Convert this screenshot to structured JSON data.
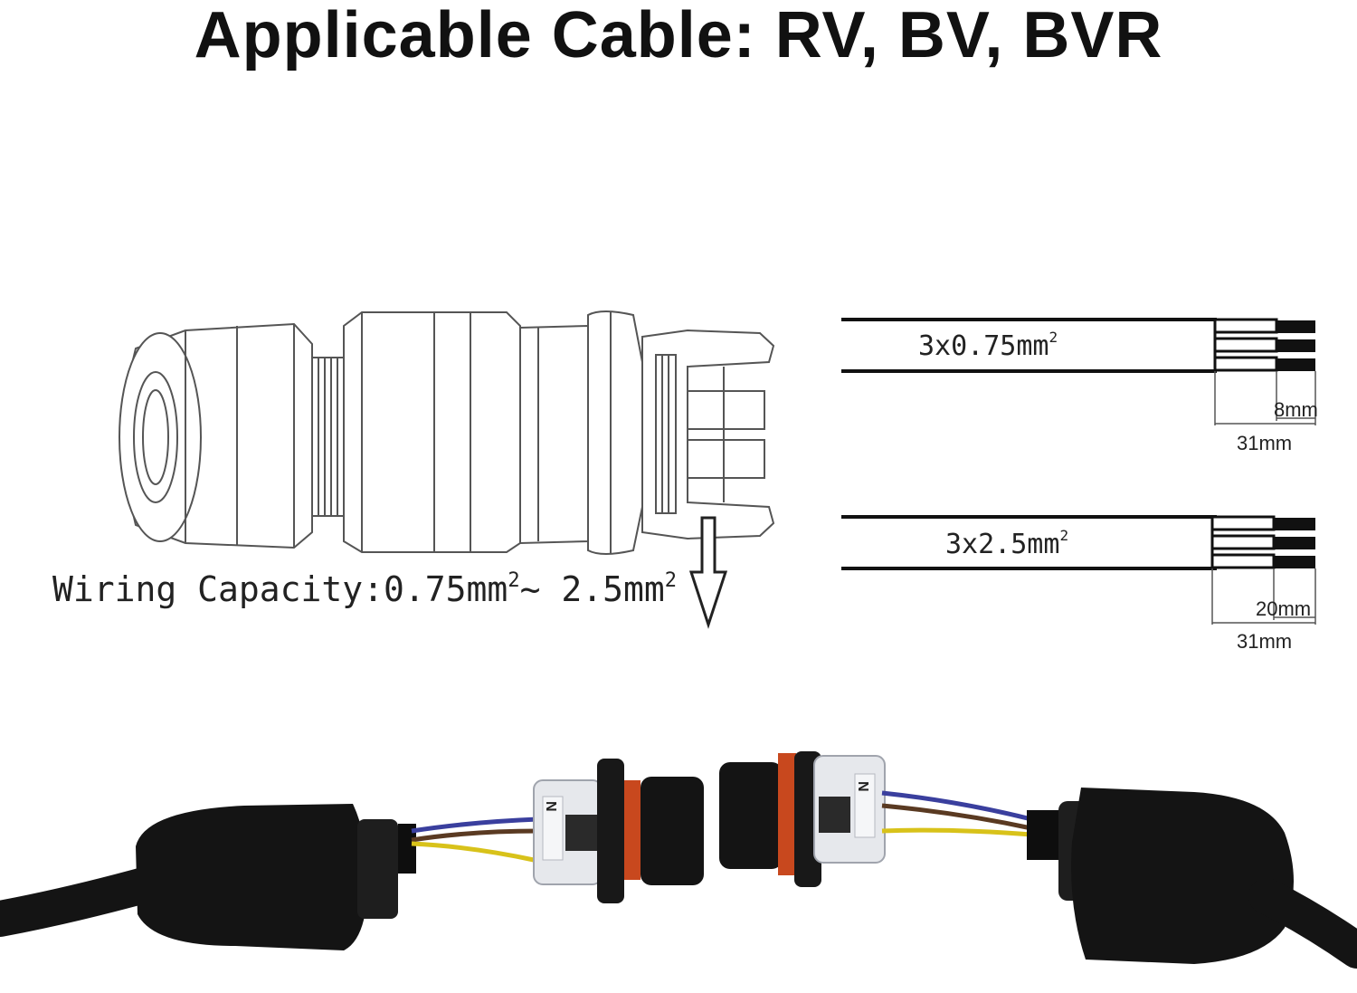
{
  "title": "Applicable Cable: RV, BV, BVR",
  "wiring_capacity": {
    "prefix": "Wiring Capacity:0.75mm",
    "sup1": "2",
    "middle": "~ 2.5mm",
    "sup2": "2"
  },
  "cables": [
    {
      "section": "3x0.75mm",
      "sup": "2",
      "strip": "8mm",
      "length": "31mm"
    },
    {
      "section": "3x2.5mm",
      "sup": "2",
      "strip": "20mm",
      "length": "31mm"
    }
  ],
  "connector_marks": {
    "left": "N",
    "right": "N"
  },
  "colors": {
    "title": "#111111",
    "line_art": "#555555",
    "cable_black": "#141414",
    "wire_blue": "#3a3f9e",
    "wire_brown": "#5a3a22",
    "wire_yellow": "#d8c21a",
    "seal_orange": "#c8481e"
  }
}
